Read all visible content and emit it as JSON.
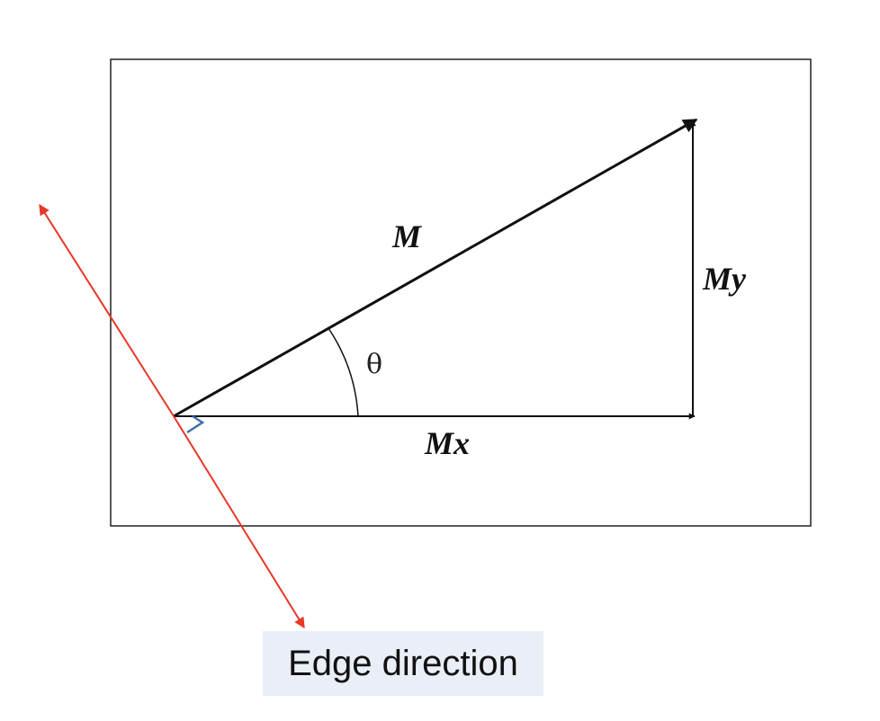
{
  "vectors": {
    "magnitude": "M",
    "x_component": "Mx",
    "y_component": "My"
  },
  "angle_label": "θ",
  "edge_callout": "Edge direction",
  "colors": {
    "frame": "#222222",
    "vectors": "#111111",
    "edge_direction": "#e8362a",
    "right_angle_marker": "#3f6fa8",
    "callout_background": "#e9eef7"
  },
  "icons": {
    "right_angle": "right-angle-marker-icon",
    "arrowheads": "arrowhead-icon"
  }
}
